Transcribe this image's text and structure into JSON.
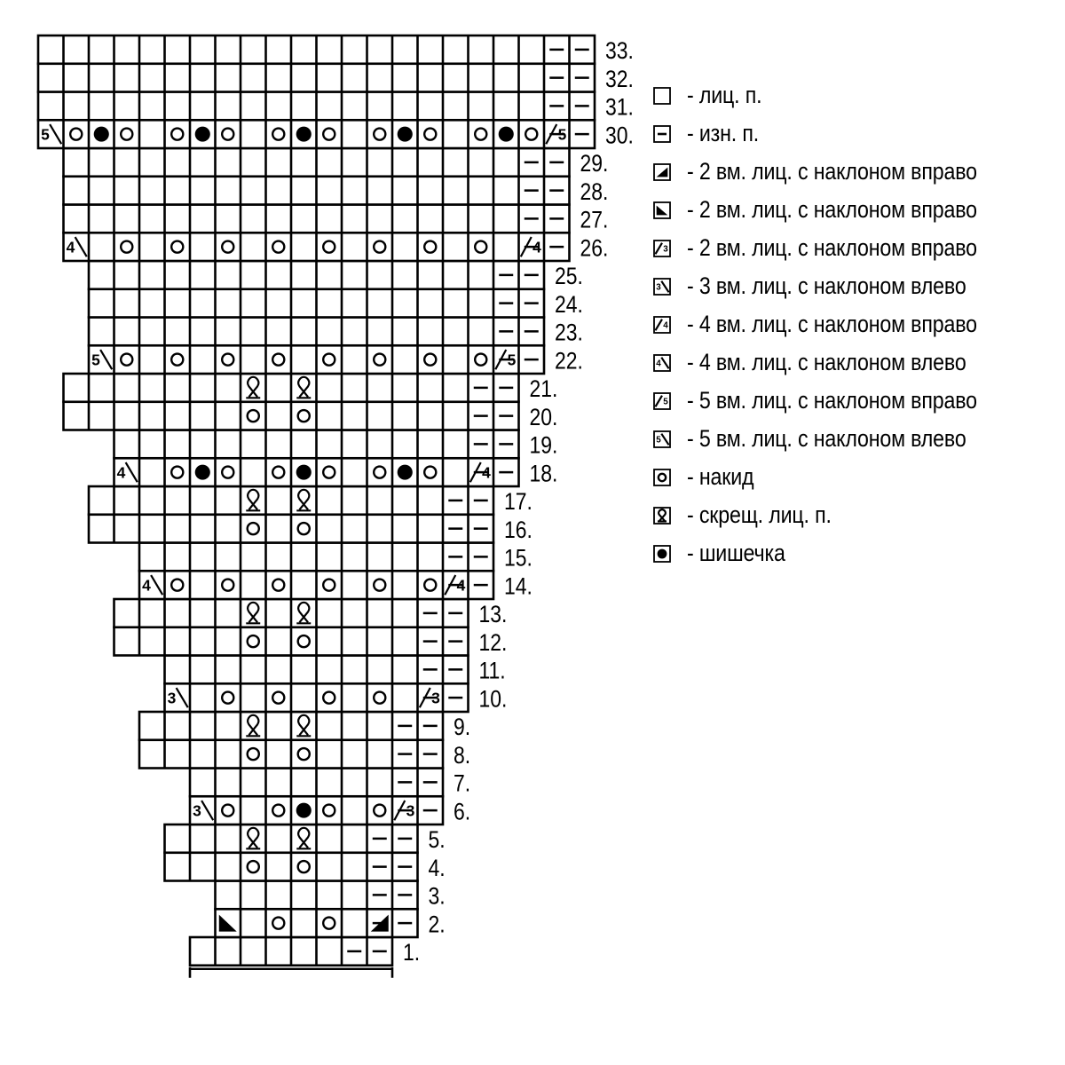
{
  "chart_title": "",
  "rows": [
    {
      "num": "1.",
      "cells": 8,
      "marks": []
    },
    {
      "num": "2.",
      "cells": 8,
      "marks": [
        {
          "i": 0,
          "s": "k2tog_r"
        },
        {
          "i": 2,
          "s": "yo"
        },
        {
          "i": 4,
          "s": "yo"
        },
        {
          "i": 6,
          "s": "p_wedge"
        }
      ]
    },
    {
      "num": "3.",
      "cells": 8,
      "marks": []
    },
    {
      "num": "4.",
      "cells": 10,
      "marks": [
        {
          "i": 3,
          "s": "yo"
        },
        {
          "i": 5,
          "s": "yo"
        }
      ]
    },
    {
      "num": "5.",
      "cells": 10,
      "marks": [
        {
          "i": 3,
          "s": "tw"
        },
        {
          "i": 5,
          "s": "tw"
        }
      ]
    },
    {
      "num": "6.",
      "cells": 10,
      "marks": [
        {
          "i": 0,
          "s": "k3l",
          "t": "3"
        },
        {
          "i": 1,
          "s": "yo"
        },
        {
          "i": 3,
          "s": "yo"
        },
        {
          "i": 4,
          "s": "bob"
        },
        {
          "i": 5,
          "s": "yo"
        },
        {
          "i": 7,
          "s": "yo"
        },
        {
          "i": 8,
          "s": "k3r",
          "t": "3"
        }
      ]
    },
    {
      "num": "7.",
      "cells": 10,
      "marks": []
    },
    {
      "num": "8.",
      "cells": 12,
      "marks": [
        {
          "i": 4,
          "s": "yo"
        },
        {
          "i": 6,
          "s": "yo"
        }
      ]
    },
    {
      "num": "9.",
      "cells": 12,
      "marks": [
        {
          "i": 4,
          "s": "tw"
        },
        {
          "i": 6,
          "s": "tw"
        }
      ]
    },
    {
      "num": "10.",
      "cells": 12,
      "marks": [
        {
          "i": 0,
          "s": "k3l",
          "t": "3"
        },
        {
          "i": 2,
          "s": "yo"
        },
        {
          "i": 4,
          "s": "yo"
        },
        {
          "i": 6,
          "s": "yo"
        },
        {
          "i": 8,
          "s": "yo"
        },
        {
          "i": 10,
          "s": "k3r",
          "t": "3"
        }
      ]
    },
    {
      "num": "11.",
      "cells": 12,
      "marks": []
    },
    {
      "num": "12.",
      "cells": 14,
      "marks": [
        {
          "i": 5,
          "s": "yo"
        },
        {
          "i": 7,
          "s": "yo"
        }
      ]
    },
    {
      "num": "13.",
      "cells": 14,
      "marks": [
        {
          "i": 5,
          "s": "tw"
        },
        {
          "i": 7,
          "s": "tw"
        }
      ]
    },
    {
      "num": "14.",
      "cells": 14,
      "marks": [
        {
          "i": 0,
          "s": "k3l",
          "t": "4"
        },
        {
          "i": 1,
          "s": "yo"
        },
        {
          "i": 3,
          "s": "yo"
        },
        {
          "i": 5,
          "s": "yo"
        },
        {
          "i": 7,
          "s": "yo"
        },
        {
          "i": 9,
          "s": "yo"
        },
        {
          "i": 11,
          "s": "yo"
        },
        {
          "i": 12,
          "s": "k3r",
          "t": "4"
        }
      ]
    },
    {
      "num": "15.",
      "cells": 14,
      "marks": []
    },
    {
      "num": "16.",
      "cells": 16,
      "marks": [
        {
          "i": 6,
          "s": "yo"
        },
        {
          "i": 8,
          "s": "yo"
        }
      ]
    },
    {
      "num": "17.",
      "cells": 16,
      "marks": [
        {
          "i": 6,
          "s": "tw"
        },
        {
          "i": 8,
          "s": "tw"
        }
      ]
    },
    {
      "num": "18.",
      "cells": 16,
      "marks": [
        {
          "i": 0,
          "s": "k3l",
          "t": "4"
        },
        {
          "i": 2,
          "s": "yo"
        },
        {
          "i": 3,
          "s": "bob"
        },
        {
          "i": 4,
          "s": "yo"
        },
        {
          "i": 6,
          "s": "yo"
        },
        {
          "i": 7,
          "s": "bob"
        },
        {
          "i": 8,
          "s": "yo"
        },
        {
          "i": 10,
          "s": "yo"
        },
        {
          "i": 11,
          "s": "bob"
        },
        {
          "i": 12,
          "s": "yo"
        },
        {
          "i": 14,
          "s": "k3r",
          "t": "4"
        }
      ]
    },
    {
      "num": "19.",
      "cells": 16,
      "marks": []
    },
    {
      "num": "20.",
      "cells": 18,
      "marks": [
        {
          "i": 7,
          "s": "yo"
        },
        {
          "i": 9,
          "s": "yo"
        }
      ]
    },
    {
      "num": "21.",
      "cells": 18,
      "marks": [
        {
          "i": 7,
          "s": "tw"
        },
        {
          "i": 9,
          "s": "tw"
        }
      ]
    },
    {
      "num": "22.",
      "cells": 18,
      "marks": [
        {
          "i": 0,
          "s": "k3l",
          "t": "5"
        },
        {
          "i": 1,
          "s": "yo"
        },
        {
          "i": 3,
          "s": "yo"
        },
        {
          "i": 5,
          "s": "yo"
        },
        {
          "i": 7,
          "s": "yo"
        },
        {
          "i": 9,
          "s": "yo"
        },
        {
          "i": 11,
          "s": "yo"
        },
        {
          "i": 13,
          "s": "yo"
        },
        {
          "i": 15,
          "s": "yo"
        },
        {
          "i": 16,
          "s": "k3r",
          "t": "5"
        }
      ]
    },
    {
      "num": "23.",
      "cells": 18,
      "marks": []
    },
    {
      "num": "24.",
      "cells": 18,
      "marks": []
    },
    {
      "num": "25.",
      "cells": 18,
      "marks": []
    },
    {
      "num": "26.",
      "cells": 20,
      "marks": [
        {
          "i": 0,
          "s": "k3l",
          "t": "4"
        },
        {
          "i": 2,
          "s": "yo"
        },
        {
          "i": 4,
          "s": "yo"
        },
        {
          "i": 6,
          "s": "yo"
        },
        {
          "i": 8,
          "s": "yo"
        },
        {
          "i": 10,
          "s": "yo"
        },
        {
          "i": 12,
          "s": "yo"
        },
        {
          "i": 14,
          "s": "yo"
        },
        {
          "i": 16,
          "s": "yo"
        },
        {
          "i": 18,
          "s": "k3r",
          "t": "4"
        }
      ]
    },
    {
      "num": "27.",
      "cells": 20,
      "marks": []
    },
    {
      "num": "28.",
      "cells": 20,
      "marks": []
    },
    {
      "num": "29.",
      "cells": 20,
      "marks": []
    },
    {
      "num": "30.",
      "cells": 22,
      "marks": [
        {
          "i": 0,
          "s": "k3l",
          "t": "5"
        },
        {
          "i": 1,
          "s": "yo"
        },
        {
          "i": 2,
          "s": "bob"
        },
        {
          "i": 3,
          "s": "yo"
        },
        {
          "i": 5,
          "s": "yo"
        },
        {
          "i": 6,
          "s": "bob"
        },
        {
          "i": 7,
          "s": "yo"
        },
        {
          "i": 9,
          "s": "yo"
        },
        {
          "i": 10,
          "s": "bob"
        },
        {
          "i": 11,
          "s": "yo"
        },
        {
          "i": 13,
          "s": "yo"
        },
        {
          "i": 14,
          "s": "bob"
        },
        {
          "i": 15,
          "s": "yo"
        },
        {
          "i": 17,
          "s": "yo"
        },
        {
          "i": 18,
          "s": "bob"
        },
        {
          "i": 19,
          "s": "yo"
        },
        {
          "i": 20,
          "s": "k3r",
          "t": "5"
        }
      ]
    },
    {
      "num": "31.",
      "cells": 22,
      "marks": []
    },
    {
      "num": "32.",
      "cells": 22,
      "marks": []
    },
    {
      "num": "33.",
      "cells": 22,
      "marks": []
    }
  ],
  "legend": [
    {
      "icon": "knit",
      "text": "- лиц. п."
    },
    {
      "icon": "purl",
      "text": "- изн. п."
    },
    {
      "icon": "p_wedge",
      "text": "- 2 вм. лиц. с наклоном вправо"
    },
    {
      "icon": "k2tog_r",
      "text": "- 2 вм. лиц. с наклоном вправо"
    },
    {
      "icon": "k3r",
      "t": "3",
      "text": "- 2 вм. лиц. с наклоном вправо"
    },
    {
      "icon": "k3l",
      "t": "3",
      "text": "- 3 вм. лиц. с наклоном влево"
    },
    {
      "icon": "k3r",
      "t": "4",
      "text": "- 4 вм. лиц. с наклоном вправо"
    },
    {
      "icon": "k3l",
      "t": "4",
      "text": "- 4 вм. лиц. с наклоном влево"
    },
    {
      "icon": "k3r",
      "t": "5",
      "text": "- 5 вм. лиц. с наклоном вправо"
    },
    {
      "icon": "k3l",
      "t": "5",
      "text": "- 5 вм. лиц. с наклоном влево"
    },
    {
      "icon": "yo",
      "text": "- накид"
    },
    {
      "icon": "tw",
      "text": "- скрещ. лиц. п."
    },
    {
      "icon": "bob",
      "text": "- шишечка"
    }
  ]
}
